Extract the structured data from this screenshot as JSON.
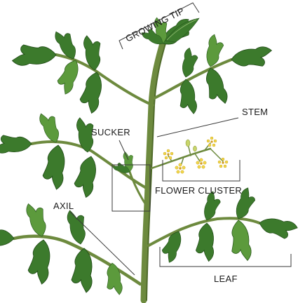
{
  "labels": {
    "growing_tip": "GROWING TIP",
    "stem": "STEM",
    "sucker": "SUCKER",
    "flower_cluster": "FLOWER CLUSTER",
    "axil": "AXIL",
    "leaf": "LEAF"
  },
  "colors": {
    "leaf": "#3c7a2c",
    "stem": "#6d8a3e",
    "flower": "#f2d64a",
    "callout_line": "#3a3a3a"
  }
}
